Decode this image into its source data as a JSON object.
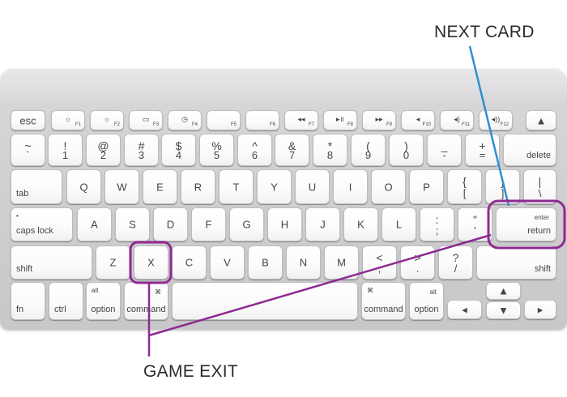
{
  "callouts": {
    "next_card": "NEXT CARD",
    "game_exit": "GAME EXIT"
  },
  "colors": {
    "next_card_line": "#2b8fd6",
    "game_exit_line": "#8e2a92"
  },
  "keys": {
    "esc": "esc",
    "f1": "F1",
    "f2": "F2",
    "f3": "F3",
    "f4": "F4",
    "f5": "F5",
    "f6": "F6",
    "f7": "F7",
    "f8": "F8",
    "f9": "F9",
    "f10": "F10",
    "f11": "F11",
    "f12": "F12",
    "f1_icon": "☼",
    "f2_icon": "☼",
    "f3_icon": "▭",
    "f4_icon": "◷",
    "f7_icon": "◂◂",
    "f8_icon": "▸॥",
    "f9_icon": "▸▸",
    "f10_icon": "◂",
    "f11_icon": "◂)",
    "f12_icon": "◂))",
    "eject": "▲",
    "tilde_top": "~",
    "tilde_bot": "`",
    "n1_top": "!",
    "n1_bot": "1",
    "n2_top": "@",
    "n2_bot": "2",
    "n3_top": "#",
    "n3_bot": "3",
    "n4_top": "$",
    "n4_bot": "4",
    "n5_top": "%",
    "n5_bot": "5",
    "n6_top": "^",
    "n6_bot": "6",
    "n7_top": "&",
    "n7_bot": "7",
    "n8_top": "*",
    "n8_bot": "8",
    "n9_top": "(",
    "n9_bot": "9",
    "n0_top": ")",
    "n0_bot": "0",
    "minus_top": "_",
    "minus_bot": "-",
    "equal_top": "+",
    "equal_bot": "=",
    "delete": "delete",
    "tab": "tab",
    "q": "Q",
    "w": "W",
    "e": "E",
    "r": "R",
    "t": "T",
    "y": "Y",
    "u": "U",
    "i": "I",
    "o": "O",
    "p": "P",
    "lbrace_top": "{",
    "lbrace_bot": "[",
    "rbrace_top": "}",
    "rbrace_bot": "]",
    "pipe_top": "|",
    "pipe_bot": "\\",
    "caps_dot": "•",
    "caps_lock": "caps lock",
    "a": "A",
    "s": "S",
    "d": "D",
    "f": "F",
    "g": "G",
    "h": "H",
    "j": "J",
    "k": "K",
    "l": "L",
    "semi_top": ":",
    "semi_bot": ";",
    "quote_top": "\"",
    "quote_bot": "'",
    "enter": "enter",
    "return": "return",
    "shift": "shift",
    "z": "Z",
    "x": "X",
    "c": "C",
    "v": "V",
    "b": "B",
    "n": "N",
    "m": "M",
    "comma_top": "<",
    "comma_bot": ",",
    "period_top": ">",
    "period_bot": ".",
    "slash_top": "?",
    "slash_bot": "/",
    "fn": "fn",
    "ctrl": "ctrl",
    "alt": "alt",
    "option": "option",
    "cmd_symbol": "⌘",
    "command": "command",
    "arrow_up": "▲",
    "arrow_down": "▼",
    "arrow_left": "◂",
    "arrow_right": "▸"
  }
}
